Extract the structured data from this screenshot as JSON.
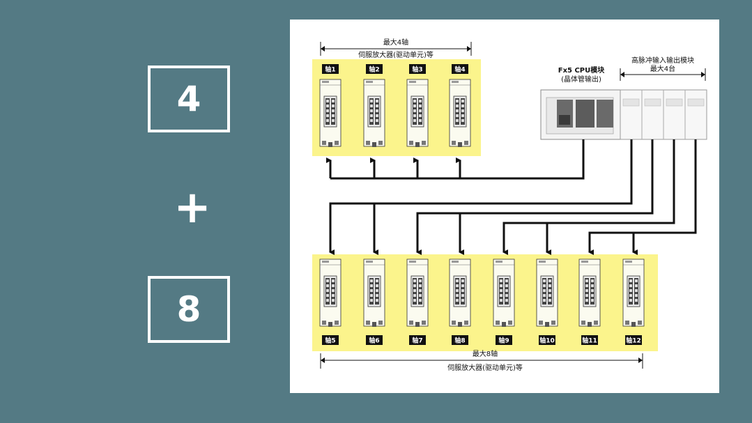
{
  "left_panel": {
    "top_number": "4",
    "plus_sign": "+",
    "bottom_number": "8"
  },
  "diagram": {
    "top_group": {
      "max_label": "最大4轴",
      "caption": "伺服放大器(驱动单元)等",
      "axes": [
        "轴1",
        "轴2",
        "轴3",
        "轴4"
      ]
    },
    "cpu": {
      "title": "Fx5 CPU模块",
      "subtitle": "(晶体管输出)"
    },
    "io_module": {
      "title": "高脉冲输入输出模块",
      "subtitle": "最大4台"
    },
    "bottom_group": {
      "axes": [
        "轴5",
        "轴6",
        "轴7",
        "轴8",
        "轴9",
        "轴10",
        "轴11",
        "轴12"
      ],
      "max_label": "最大8轴",
      "caption": "伺服放大器(驱动单元)等"
    },
    "colors": {
      "highlight": "#fbf48c",
      "line": "#111111",
      "panel_bg": "#ffffff",
      "page_bg": "#547a84"
    }
  }
}
